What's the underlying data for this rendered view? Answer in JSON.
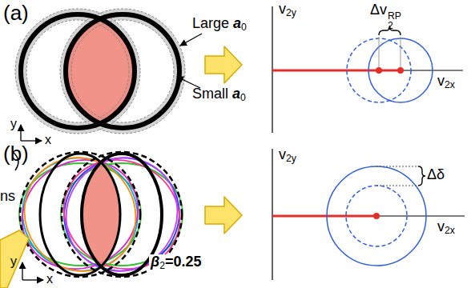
{
  "diagram": {
    "labels": [
      "(a)",
      "Large",
      "a",
      "0",
      "Small",
      "a",
      "0",
      "y",
      "x",
      "Δv",
      "2",
      "RP",
      "v",
      "2y",
      "v",
      "2x",
      "(b)",
      "ns",
      "y",
      "x",
      "β",
      "2",
      "=0.25",
      "Δδ",
      "v",
      "2y",
      "v",
      "2x"
    ]
  }
}
